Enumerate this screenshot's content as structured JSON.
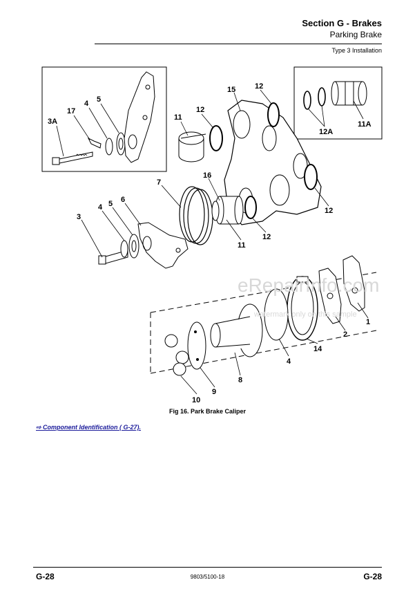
{
  "header": {
    "section_title": "Section G - Brakes",
    "subtitle": "Parking Brake",
    "install_type": "Type 3 Installation"
  },
  "figure": {
    "caption": "Fig 16. Park Brake Caliper",
    "callouts": {
      "c3A": "3A",
      "c17": "17",
      "c4a": "4",
      "c5a": "5",
      "c11a": "11",
      "c12a": "12",
      "c15": "15",
      "c12b": "12",
      "c12A": "12A",
      "c11A": "11A",
      "c7": "7",
      "c16": "16",
      "c12c": "12",
      "c3": "3",
      "c4b": "4",
      "c5b": "5",
      "c6": "6",
      "c12d": "12",
      "c11b": "11",
      "c1": "1",
      "c2": "2",
      "c14": "14",
      "c4c": "4",
      "c8": "8",
      "c9": "9",
      "c10": "10"
    },
    "watermark": {
      "brand": "eRepairInfo.com",
      "note": "watermark only on this sample"
    }
  },
  "link": {
    "text": "⇨ Component Identification ( G-27)."
  },
  "footer": {
    "page_left": "G-28",
    "doc_number": "9803/5100-18",
    "page_right": "G-28"
  }
}
